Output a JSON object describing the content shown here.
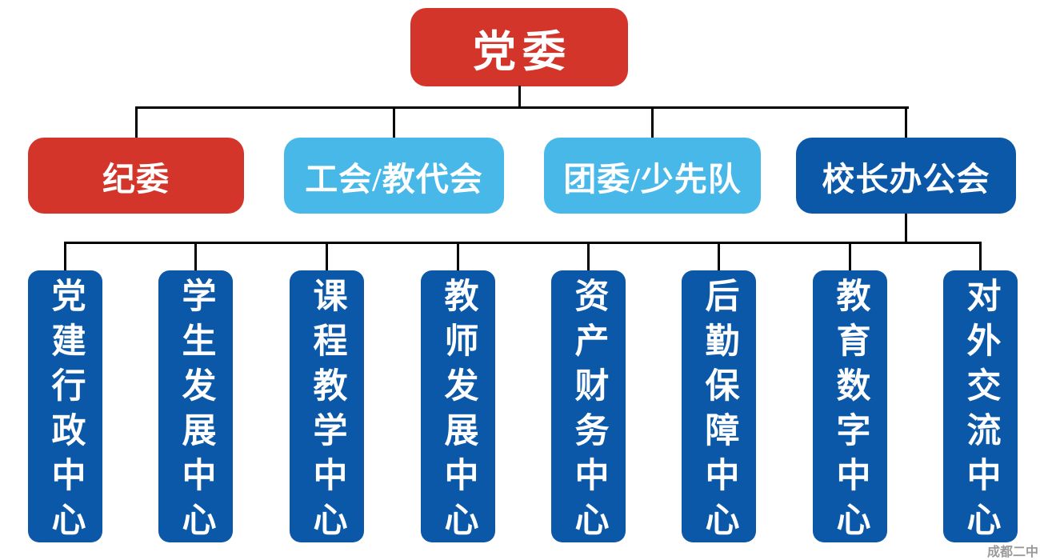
{
  "colors": {
    "red": "#d3352a",
    "light_blue": "#47b8e8",
    "dark_blue": "#0b57a8",
    "connector": "#000000",
    "box_text": "#ffffff",
    "watermark_gray": "#9a9a9a"
  },
  "org_chart": {
    "root": {
      "label": "党委",
      "color": "red"
    },
    "level2": [
      {
        "label": "纪委",
        "color": "red"
      },
      {
        "label": "工会/教代会",
        "color": "light_blue"
      },
      {
        "label": "团委/少先队",
        "color": "light_blue"
      },
      {
        "label": "校长办公会",
        "color": "dark_blue"
      }
    ],
    "level3_parent": "校长办公会",
    "level3": [
      {
        "label": "党建行政中心",
        "color": "dark_blue"
      },
      {
        "label": "学生发展中心",
        "color": "dark_blue"
      },
      {
        "label": "课程教学中心",
        "color": "dark_blue"
      },
      {
        "label": "教师发展中心",
        "color": "dark_blue"
      },
      {
        "label": "资产财务中心",
        "color": "dark_blue"
      },
      {
        "label": "后勤保障中心",
        "color": "dark_blue"
      },
      {
        "label": "教育数字中心",
        "color": "dark_blue"
      },
      {
        "label": "对外交流中心",
        "color": "dark_blue"
      }
    ]
  },
  "watermark": {
    "text": "成都二中"
  }
}
